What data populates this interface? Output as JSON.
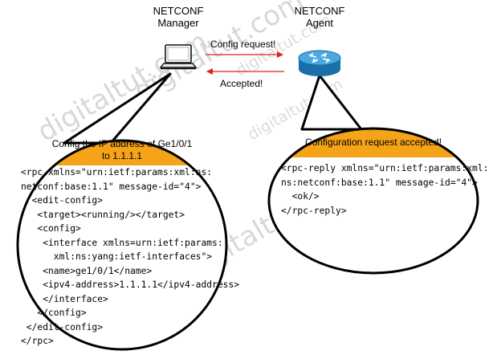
{
  "manager": {
    "title_line1": "NETCONF",
    "title_line2": "Manager"
  },
  "agent": {
    "title_line1": "NETCONF",
    "title_line2": "Agent"
  },
  "arrows": {
    "request_label": "Config request!",
    "reply_label": "Accepted!"
  },
  "left_callout": {
    "header_line1": "Config the IP address of Ge1/0/1",
    "header_line2": "to 1.1.1.1",
    "code_lines": [
      "<rpc xmlns=\"urn:ietf:params:xml:ns:",
      "netconf:base:1.1\" message-id=\"4\">",
      "  <edit-config>",
      "   <target><running/></target>",
      "   <config>",
      "    <interface xmlns=urn:ietf:params:",
      "      xml:ns:yang:ietf-interfaces\">",
      "    <name>ge1/0/1</name>",
      "    <ipv4-address>1.1.1.1</ipv4-address>",
      "    </interface>",
      "   </config>",
      " </edit-config>",
      "</rpc>"
    ]
  },
  "right_callout": {
    "header": "Configuration request accepted!",
    "code_lines": [
      "<rpc-reply xmlns=\"urn:ietf:params:xml:",
      "ns:netconf:base:1.1\" message-id=\"4\">",
      "  <ok/>",
      "</rpc-reply>"
    ]
  },
  "watermarks": [
    "digitaltut.com",
    "digitaltut.com",
    "digitaltut.com",
    "digitaltut.com",
    "digitaltut.com",
    "digitaltut.com"
  ],
  "colors": {
    "callout_header": "#f5a319",
    "arrow": "#e0201e",
    "router_body": "#1e86c6",
    "router_top": "#4aa9e0"
  }
}
